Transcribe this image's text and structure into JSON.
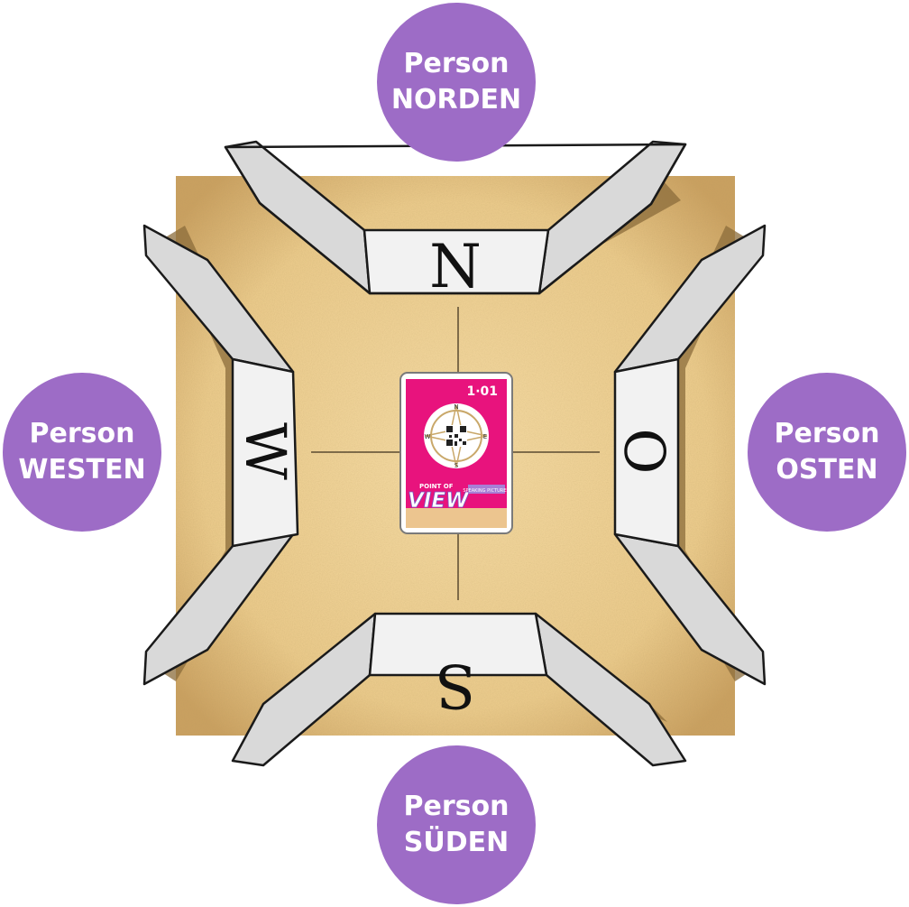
{
  "colors": {
    "person_circle": "#9d6cc6",
    "board": "#eecf91",
    "board_edge": "#b58a45",
    "wall_face": "#dcdcdc",
    "wall_front": "#f3f3f3",
    "wall_shadow": "#8e7340",
    "card_pink": "#e8137d",
    "card_sand": "#ecc58f"
  },
  "persons": {
    "north": {
      "line1": "Person",
      "line2": "NORDEN"
    },
    "west": {
      "line1": "Person",
      "line2": "WESTEN"
    },
    "east": {
      "line1": "Person",
      "line2": "OSTEN"
    },
    "south": {
      "line1": "Person",
      "line2": "SÜDEN"
    }
  },
  "walls": {
    "north": "N",
    "west": "W",
    "east": "O",
    "south": "S"
  },
  "card": {
    "number": "1·01",
    "logo_small": "POINT OF",
    "logo_big": "VIEW",
    "tag": "SPEAKING PICTURES",
    "compass_letters": {
      "n": "N",
      "e": "E",
      "s": "S",
      "w": "W"
    }
  }
}
